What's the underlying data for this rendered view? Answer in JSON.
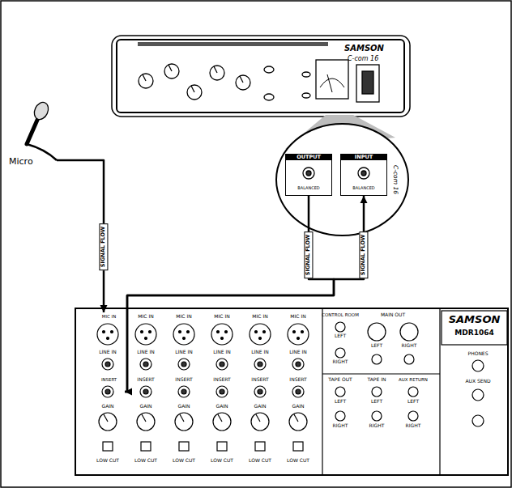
{
  "diagram": {
    "nodes": [
      {
        "text": [
          "SAMSON",
          "C-com 16"
        ]
      },
      {
        "text": [
          "C-com 16"
        ]
      },
      {
        "text": [
          "OUTPUT",
          "BALANCED"
        ],
        "in": 1
      },
      {
        "text": [
          "INPUT",
          "BALANCED"
        ],
        "in": 1
      },
      {
        "text": [
          "Micro"
        ]
      },
      {
        "text": [
          "SAMSON",
          "MDR1064"
        ]
      },
      {
        "text": [
          "MIC IN"
        ],
        "in": 5
      },
      {
        "text": [
          "INSERT"
        ],
        "in": 5
      }
    ],
    "edges": [
      {
        "from": 4,
        "to": 6,
        "arrow": "to",
        "label": "SIGNAL FLOW"
      },
      {
        "from": 2,
        "to": 7,
        "arrow": "to",
        "label": "SIGNAL FLOW"
      },
      {
        "from": 7,
        "to": 3,
        "arrow": "to",
        "label": "SIGNAL FLOW"
      }
    ],
    "labels": [
      "MIC IN",
      "MIC IN",
      "MIC IN",
      "MIC IN",
      "MIC IN",
      "LINE IN",
      "LINE IN",
      "LINE IN",
      "LINE IN",
      "LINE IN",
      "LINE IN",
      "INSERT",
      "INSERT",
      "INSERT",
      "INSERT",
      "INSERT",
      "GAIN",
      "GAIN",
      "GAIN",
      "GAIN",
      "GAIN",
      "GAIN",
      "LOW CUT",
      "LOW CUT",
      "LOW CUT",
      "LOW CUT",
      "LOW CUT",
      "LOW CUT",
      "CONTROL ROOM",
      "LEFT",
      "RIGHT",
      "MAIN OUT",
      "LEFT",
      "RIGHT",
      "TAPE OUT",
      "LEFT",
      "RIGHT",
      "TAPE IN",
      "LEFT",
      "RIGHT",
      "AUX RETURN",
      "LEFT",
      "RIGHT",
      "PHONES",
      "AUX SEND"
    ]
  }
}
